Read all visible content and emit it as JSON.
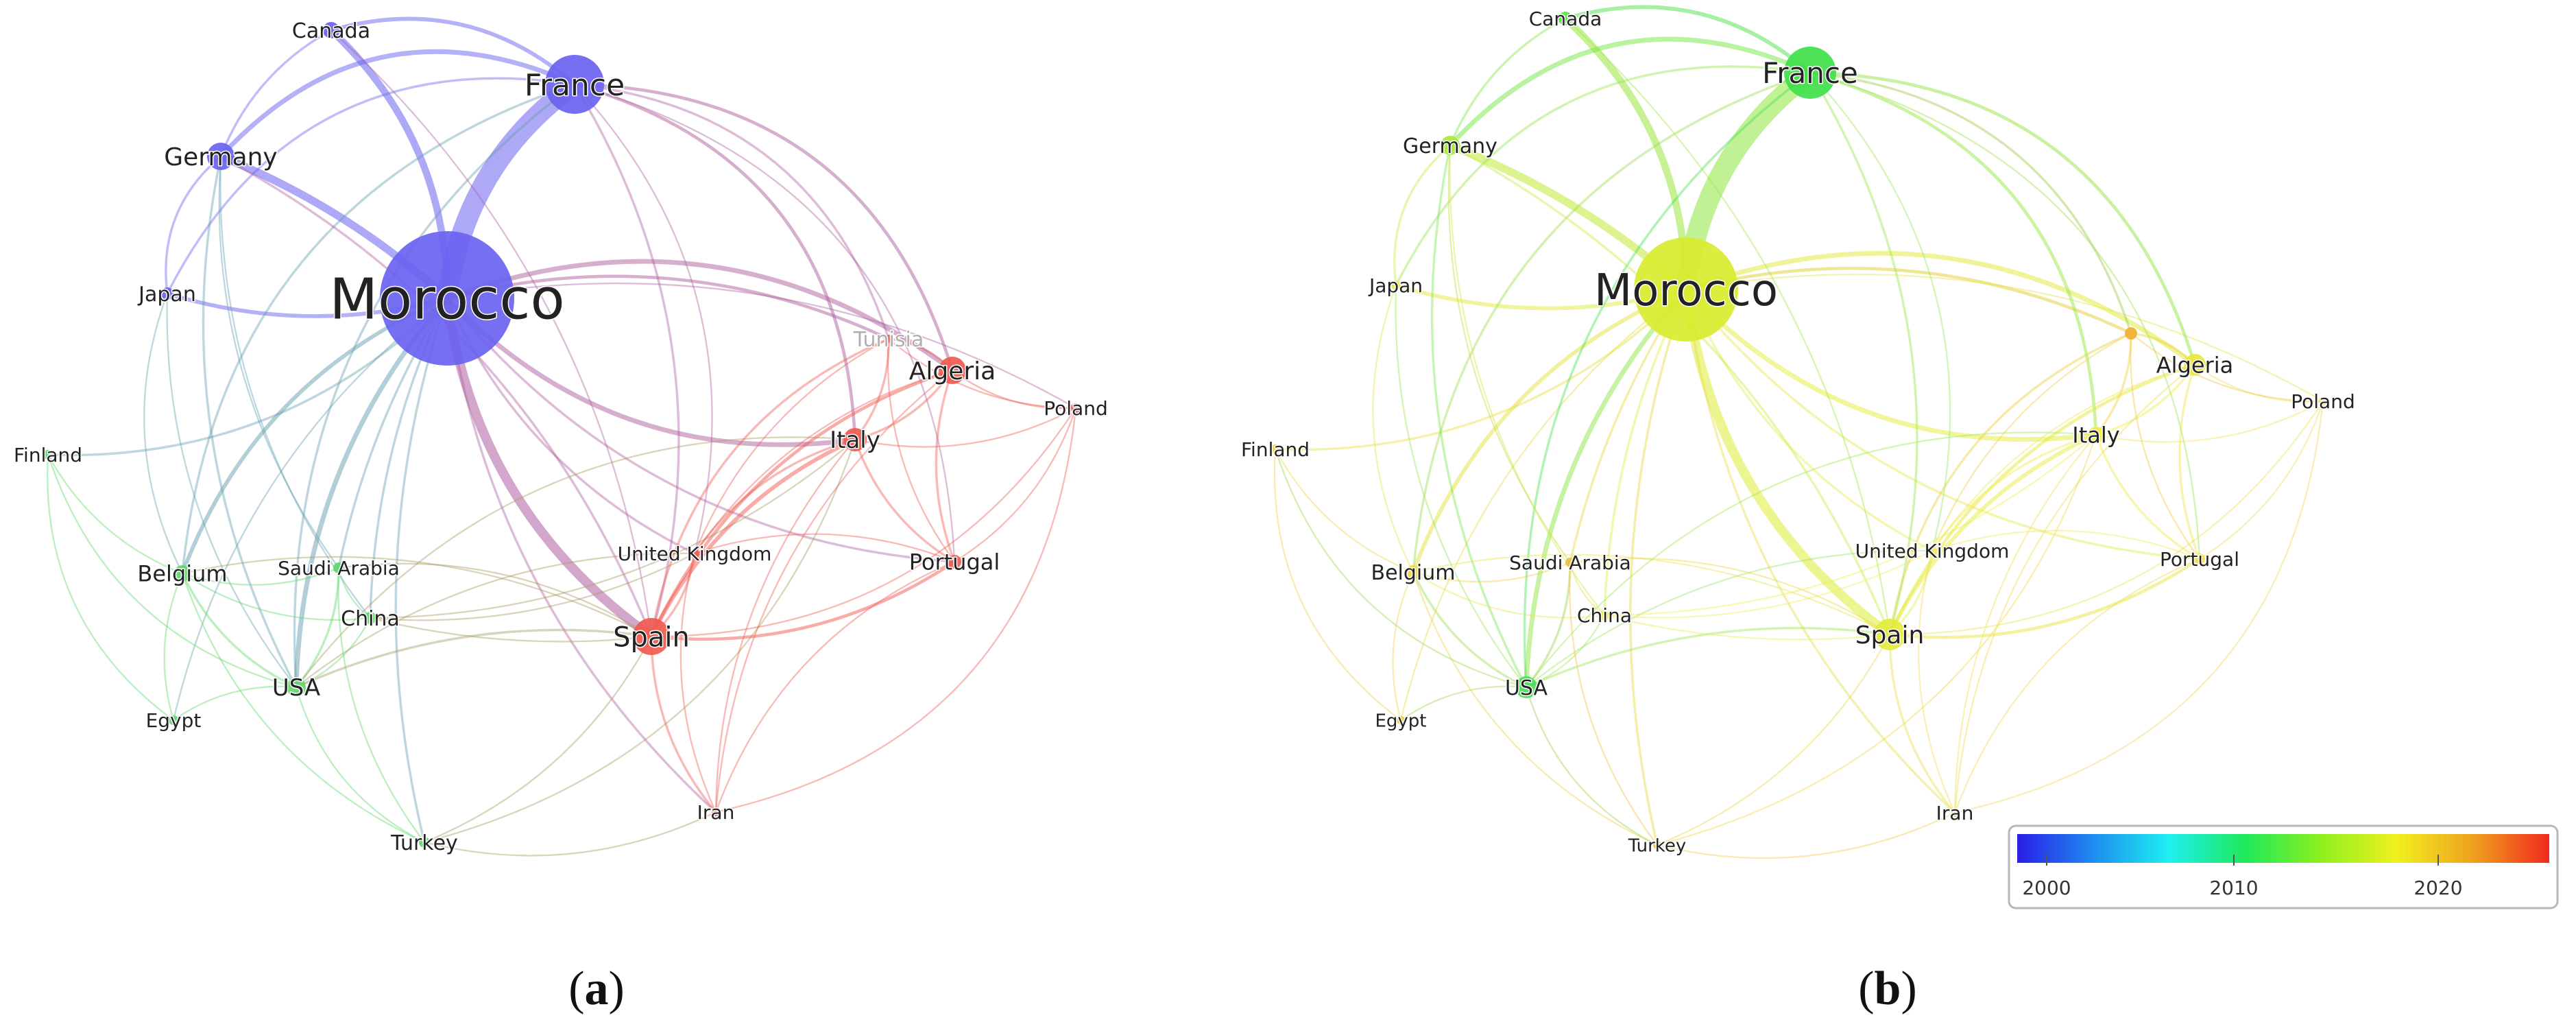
{
  "panels": [
    {
      "id": "a",
      "caption_letter": "a",
      "caption_open": "(",
      "caption_close": ")",
      "nodes": [
        {
          "id": "morocco",
          "label": "Morocco",
          "color": "#6a63f0"
        },
        {
          "id": "france",
          "label": "France",
          "color": "#6a63f0"
        },
        {
          "id": "canada",
          "label": "Canada",
          "color": "#6a63f0"
        },
        {
          "id": "germany",
          "label": "Germany",
          "color": "#6a63f0"
        },
        {
          "id": "japan",
          "label": "Japan",
          "color": "#6a63f0"
        },
        {
          "id": "finland",
          "label": "Finland",
          "color": "#5fd86a"
        },
        {
          "id": "belgium",
          "label": "Belgium",
          "color": "#5fd86a"
        },
        {
          "id": "saudi",
          "label": "Saudi Arabia",
          "color": "#5fd86a"
        },
        {
          "id": "china",
          "label": "China",
          "color": "#5fd86a"
        },
        {
          "id": "usa",
          "label": "USA",
          "color": "#5fd86a"
        },
        {
          "id": "egypt",
          "label": "Egypt",
          "color": "#5fd86a"
        },
        {
          "id": "turkey",
          "label": "Turkey",
          "color": "#5fd86a"
        },
        {
          "id": "tunisia",
          "label": "Tunisia",
          "color": "#ef5a50"
        },
        {
          "id": "algeria",
          "label": "Algeria",
          "color": "#ef5a50"
        },
        {
          "id": "poland",
          "label": "Poland",
          "color": "#ef5a50"
        },
        {
          "id": "italy",
          "label": "Italy",
          "color": "#ef5a50"
        },
        {
          "id": "uk",
          "label": "United Kingdom",
          "color": "#ef5a50"
        },
        {
          "id": "portugal",
          "label": "Portugal",
          "color": "#ef5a50"
        },
        {
          "id": "spain",
          "label": "Spain",
          "color": "#ef5a50"
        },
        {
          "id": "iran",
          "label": "Iran",
          "color": "#ef5a50"
        }
      ]
    },
    {
      "id": "b",
      "caption_letter": "b",
      "caption_open": "(",
      "caption_close": ")",
      "nodes": [
        {
          "id": "morocco",
          "label": "Morocco",
          "color": "#d8ec2e"
        },
        {
          "id": "france",
          "label": "France",
          "color": "#3fe04a"
        },
        {
          "id": "canada",
          "label": "Canada",
          "color": "#5ce04e"
        },
        {
          "id": "germany",
          "label": "Germany",
          "color": "#a6ea38"
        },
        {
          "id": "japan",
          "label": "Japan",
          "color": "#e9e84a"
        },
        {
          "id": "finland",
          "label": "Finland",
          "color": "#f0cf46"
        },
        {
          "id": "belgium",
          "label": "Belgium",
          "color": "#f0d846"
        },
        {
          "id": "saudi",
          "label": "Saudi Arabia",
          "color": "#f0c040"
        },
        {
          "id": "china",
          "label": "China",
          "color": "#ecee48"
        },
        {
          "id": "usa",
          "label": "USA",
          "color": "#48dd58"
        },
        {
          "id": "egypt",
          "label": "Egypt",
          "color": "#f0c848"
        },
        {
          "id": "turkey",
          "label": "Turkey",
          "color": "#f0c040"
        },
        {
          "id": "tunisia",
          "label": "",
          "color": "#f0b030"
        },
        {
          "id": "algeria",
          "label": "Algeria",
          "color": "#e8e838"
        },
        {
          "id": "poland",
          "label": "Poland",
          "color": "#f0d860"
        },
        {
          "id": "italy",
          "label": "Italy",
          "color": "#f0ee40"
        },
        {
          "id": "uk",
          "label": "United Kingdom",
          "color": "#f0e860"
        },
        {
          "id": "portugal",
          "label": "Portugal",
          "color": "#f0e048"
        },
        {
          "id": "spain",
          "label": "Spain",
          "color": "#e3ec3e"
        },
        {
          "id": "iran",
          "label": "Iran",
          "color": "#f0d058"
        }
      ]
    }
  ],
  "colorbar": {
    "ticks": [
      "2000",
      "2010",
      "2020"
    ],
    "gradient": [
      "#2a1ee6",
      "#1e8cf0",
      "#1ef0f0",
      "#1ee85a",
      "#8ef01e",
      "#f0f01e",
      "#f0a01e",
      "#f02a1e"
    ]
  }
}
